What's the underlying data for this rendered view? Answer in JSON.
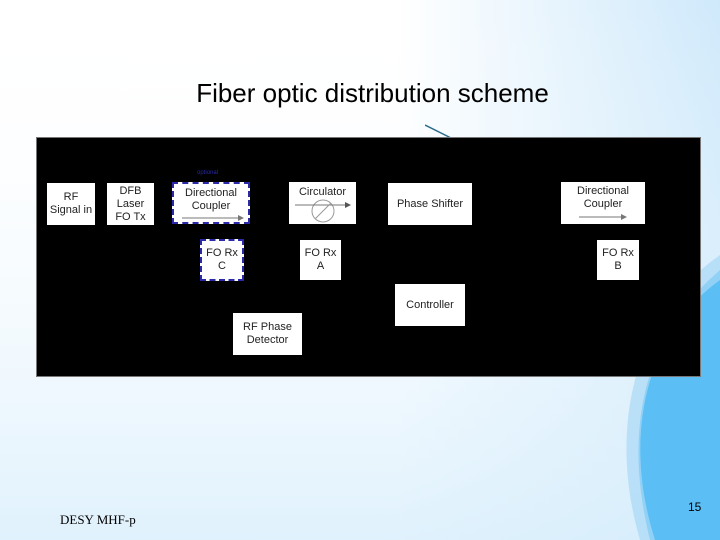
{
  "slide": {
    "title": "Fiber optic distribution scheme",
    "footer_left": "DESY MHF-p",
    "page_number": "15"
  },
  "diagram": {
    "optional_label": "optional",
    "boxes": {
      "rf_signal_in": "RF\nSignal in",
      "dfb_laser": "DFB\nLaser\nFO Tx",
      "directional_coupler_1": "Directional\nCoupler",
      "circulator": "Circulator",
      "phase_shifter": "Phase Shifter",
      "directional_coupler_2": "Directional\nCoupler",
      "fo_rx_c": "FO Rx\nC",
      "fo_rx_a": "FO Rx\nA",
      "fo_rx_b": "FO Rx\nB",
      "controller": "Controller",
      "rf_phase_detector": "RF Phase\nDetector"
    }
  },
  "colors": {
    "background_light": "#ffffff",
    "background_blue": "#cfe9fb",
    "accent_blue": "#5bbef5",
    "panel": "#000000",
    "dashed_border": "#2a2aa8"
  }
}
